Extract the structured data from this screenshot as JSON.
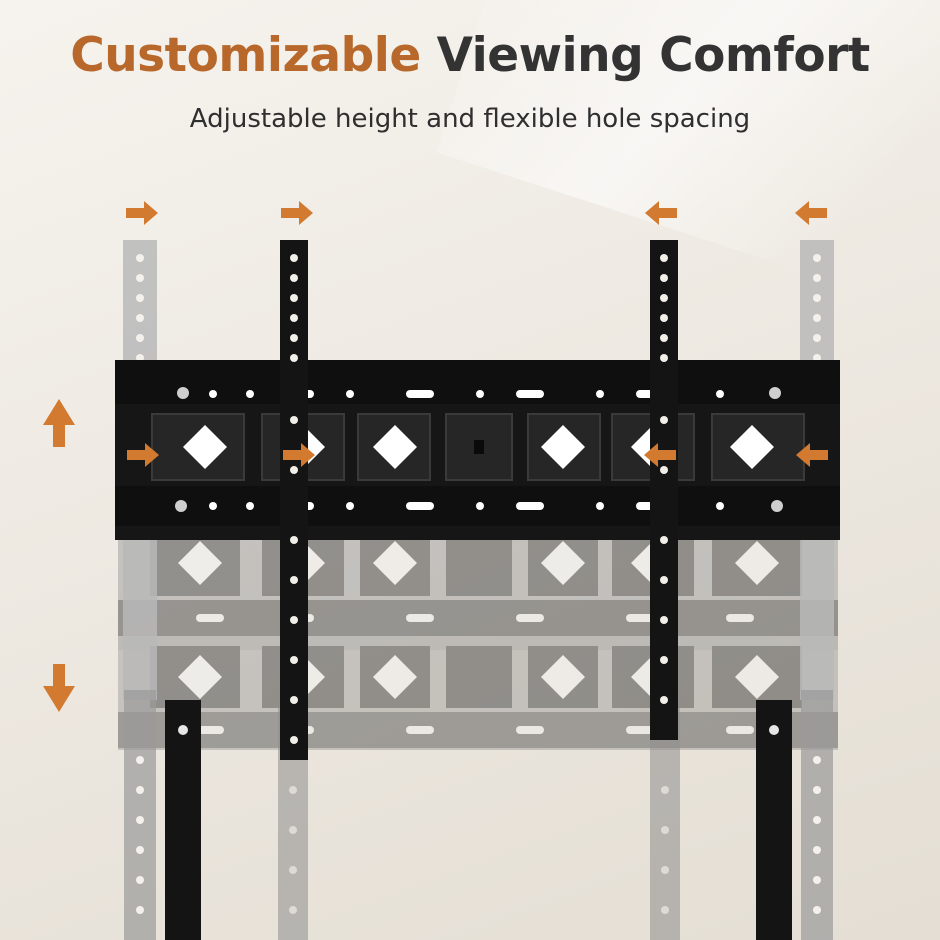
{
  "headline": {
    "accent": "Customizable",
    "rest": "Viewing Comfort"
  },
  "subtitle": "Adjustable height and flexible hole spacing",
  "colors": {
    "accent": "#b8682a",
    "arrow": "#d27a30",
    "bracket": "#141414",
    "background": "#efebe4"
  },
  "icons": [
    "arrow-right-icon",
    "arrow-left-icon",
    "arrow-up-icon",
    "arrow-down-icon"
  ]
}
